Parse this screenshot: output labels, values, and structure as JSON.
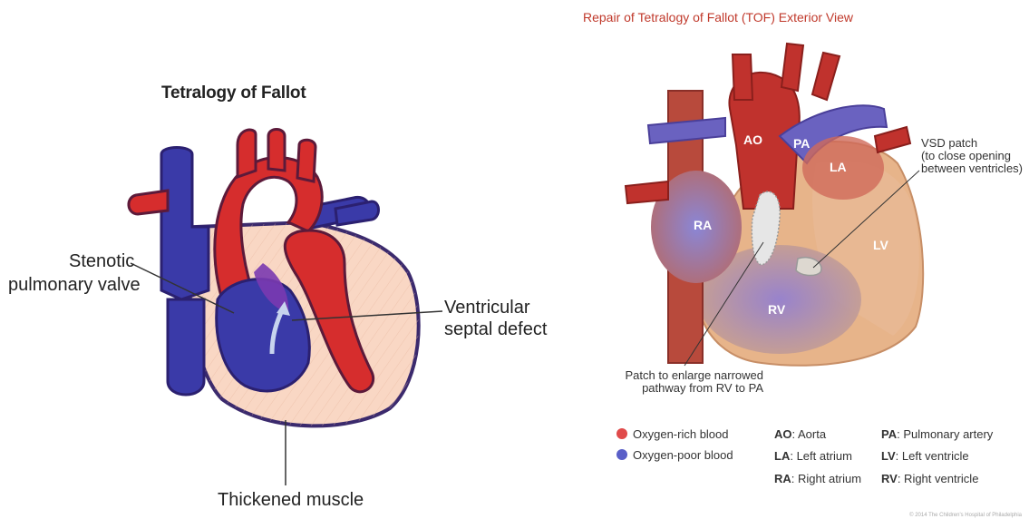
{
  "left_diagram": {
    "title": "Tetralogy of Fallot",
    "labels": {
      "stenotic_line1": "Stenotic",
      "stenotic_line2": "pulmonary valve",
      "vsd_line1": "Ventricular",
      "vsd_line2": "septal defect",
      "muscle": "Thickened muscle"
    }
  },
  "right_diagram": {
    "title": "Repair of Tetralogy of Fallot (TOF) Exterior View",
    "chamber_labels": {
      "ao": "AO",
      "pa": "PA",
      "la": "LA",
      "ra": "RA",
      "lv": "LV",
      "rv": "RV"
    },
    "annotations": {
      "vsd_line1": "VSD patch",
      "vsd_line2": "(to close opening",
      "vsd_line3": "between ventricles)",
      "patch_line1": "Patch to enlarge narrowed",
      "patch_line2": "pathway from RV to PA"
    }
  },
  "legend": {
    "oxygen_rich": "Oxygen-rich blood",
    "oxygen_poor": "Oxygen-poor blood",
    "colors": {
      "rich": "#e04a4a",
      "poor": "#5a5fc8"
    },
    "abbreviations": [
      {
        "abbr": "AO",
        "text": ": Aorta"
      },
      {
        "abbr": "PA",
        "text": ": Pulmonary artery"
      },
      {
        "abbr": "LA",
        "text": ": Left atrium"
      },
      {
        "abbr": "LV",
        "text": ": Left ventricle"
      },
      {
        "abbr": "RA",
        "text": ": Right atrium"
      },
      {
        "abbr": "RV",
        "text": ": Right ventricle"
      }
    ]
  },
  "copyright": "© 2014 The Children's Hospital of Philadelphia"
}
